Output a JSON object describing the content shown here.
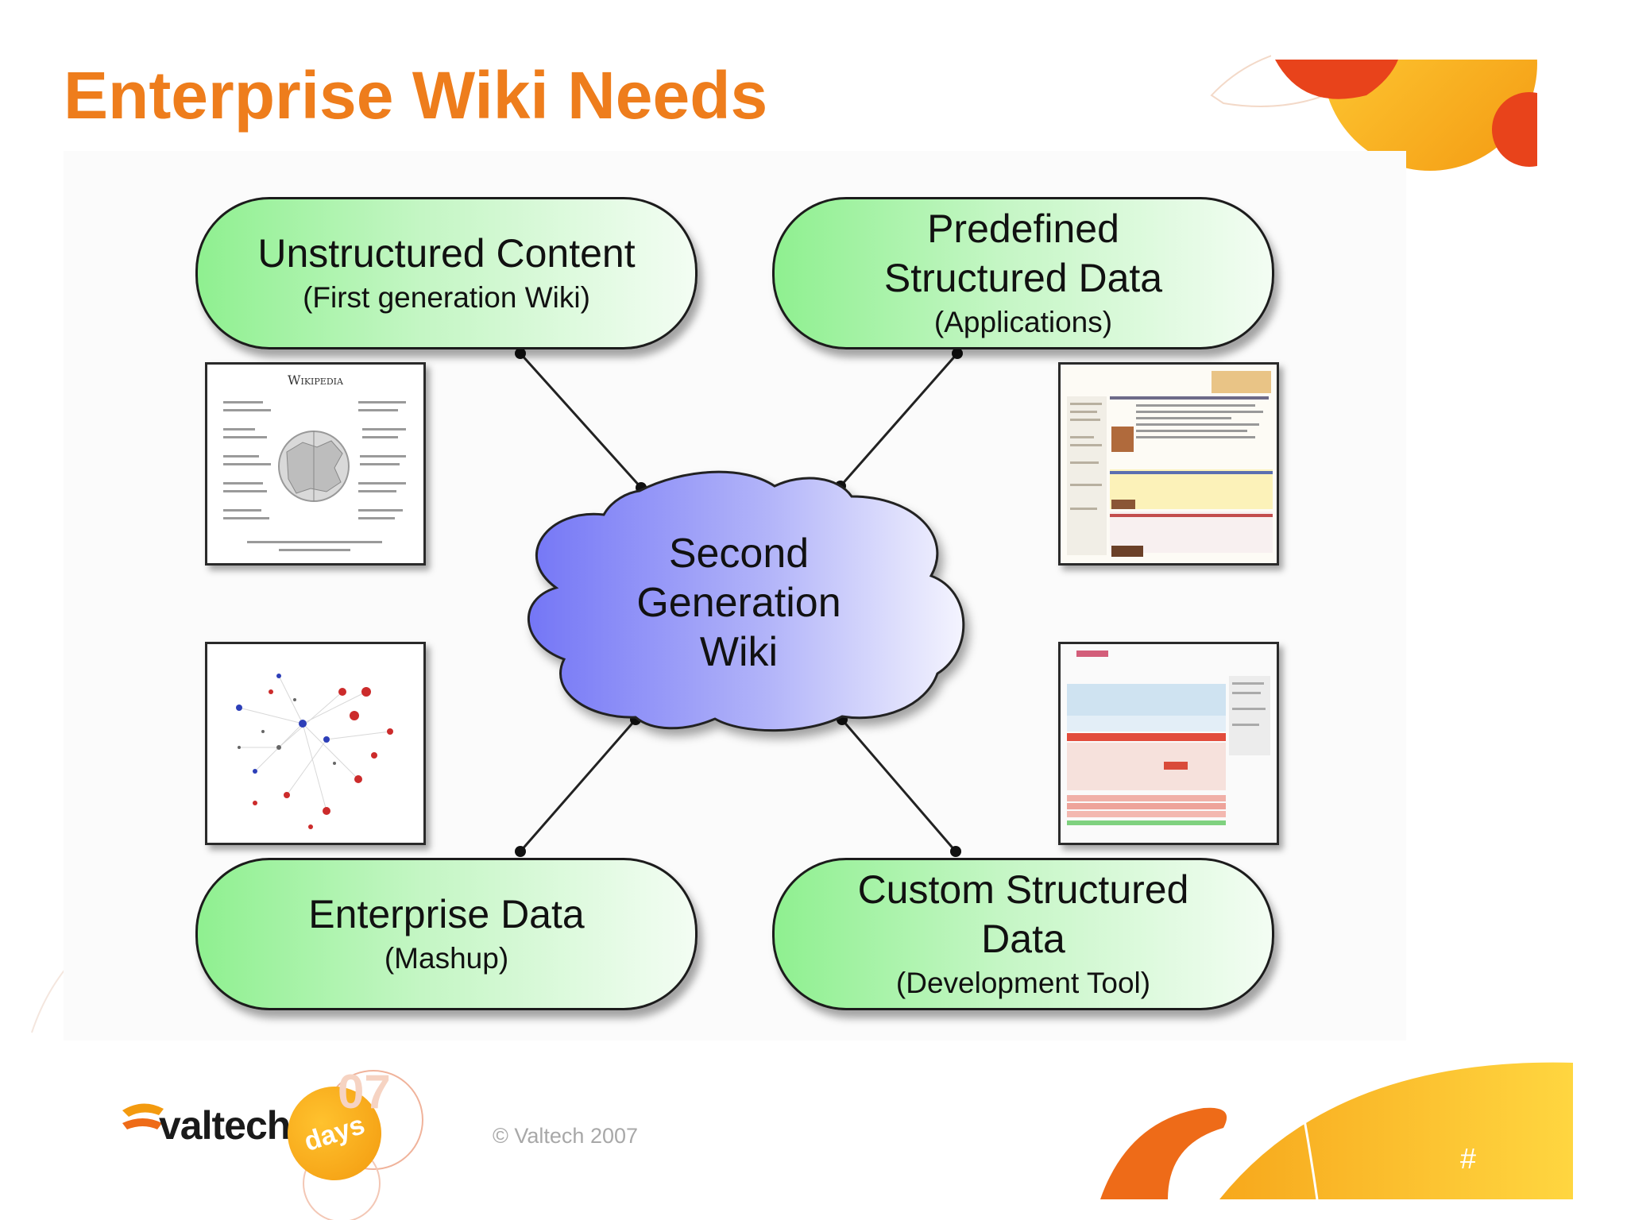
{
  "slide": {
    "title": "Enterprise Wiki Needs",
    "copyright": "© Valtech 2007",
    "page_number": "#"
  },
  "logo": {
    "brand": "valtech",
    "badge": "days",
    "year": "07"
  },
  "diagram": {
    "center": "Second\nGeneration\nWiki",
    "nodes": [
      {
        "main": "Unstructured Content",
        "sub": "(First generation Wiki)"
      },
      {
        "main": "Predefined\nStructured Data",
        "sub": "(Applications)"
      },
      {
        "main": "Enterprise Data",
        "sub": "(Mashup)"
      },
      {
        "main": "Custom Structured\nData",
        "sub": "(Development Tool)"
      }
    ],
    "thumbnails": {
      "wikipedia_label": "Wikipedia"
    }
  },
  "colors": {
    "title": "#ee7d1c",
    "pill_fill": "#8ff090",
    "cloud_fill": "#7b7ef7",
    "accent_orange": "#f39a0f",
    "accent_red": "#e8431b"
  }
}
